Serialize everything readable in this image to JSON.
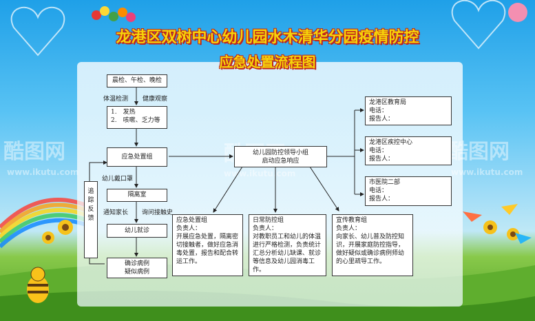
{
  "title": {
    "line1": "龙港区双树中心幼儿园水木清华分园疫情防控",
    "line2": "应急处置流程图"
  },
  "flow": {
    "morning_check": "晨检、午检、晚检",
    "temp_check_label": "体温检测",
    "health_observe_label": "健康观察",
    "symptom_1": "1.　发热",
    "symptom_2": "2.　咳嗽、乏力等",
    "emergency_box": "应急处置组",
    "mask_label": "幼儿戴口罩",
    "isolation_room": "隔离室",
    "notify_parents_label": "通知家长",
    "ask_contact_label": "询问接触史",
    "child_clinic": "幼儿就诊",
    "confirmed": "确诊病例",
    "suspected": "疑似病例",
    "tracking_label": "追踪反馈",
    "leading_group_1": "幼儿园防控领导小组",
    "leading_group_2": "启动应急响应"
  },
  "contacts": [
    {
      "name": "龙港区教育局",
      "phone_label": "电话：",
      "reporter_label": "报告人："
    },
    {
      "name": "龙港区疾控中心",
      "phone_label": "电话：",
      "reporter_label": "报告人："
    },
    {
      "name": "市医院二部",
      "phone_label": "电话：",
      "reporter_label": "报告人："
    }
  ],
  "groups": [
    {
      "title": "应急处置组",
      "leader_label": "负责人：",
      "text": "开展应急处置，隔离密切接触者，做好应急消毒处置，报告和配合转运工作。"
    },
    {
      "title": "日常防控组",
      "leader_label": "负责人：",
      "text": "对教职员工和幼儿的体温进行严格检测，负责统计汇总分析幼儿缺课、就诊等信息及幼儿园消毒工作。"
    },
    {
      "title": "宣传教育组",
      "leader_label": "负责人：",
      "text": "向家长、幼儿普及防控知识，开展家庭防控指导，做好疑似或确诊病例师幼的心里疏导工作。"
    }
  ],
  "watermarks": [
    "酷图网",
    "酷图网",
    "酷图网",
    "www.ikutu.com",
    "www.ikutu.com",
    "www.ikutu.com"
  ]
}
